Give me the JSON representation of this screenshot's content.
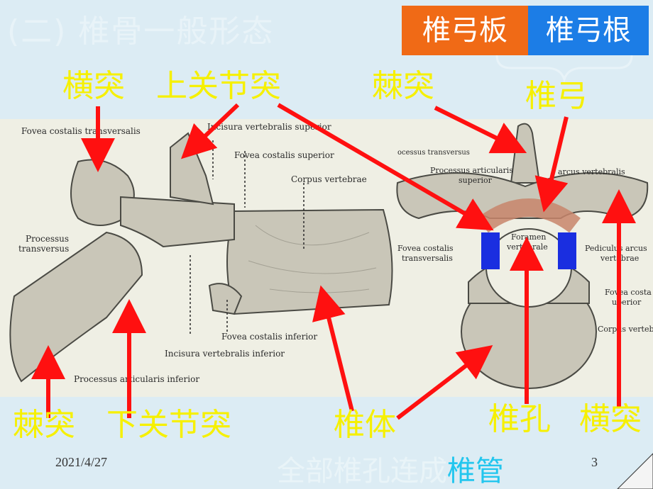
{
  "title": "(二) 椎骨一般形态",
  "badges": {
    "lamina": "椎弓板",
    "pedicle": "椎弓根"
  },
  "labels": {
    "transverse_top": "横突",
    "sup_articular": "上关节突",
    "spinous_top": "棘突",
    "arch": "椎弓",
    "spinous_bottom": "棘突",
    "inf_articular": "下关节突",
    "body": "椎体",
    "foramen": "椎孔",
    "transverse_bottom": "横突"
  },
  "latin": {
    "fovea_costalis_transversalis": "Fovea costalis transversalis",
    "incisura_sup": "Incisura vertebralis superior",
    "fovea_costalis_sup": "Fovea costalis superior",
    "corpus": "Corpus vertebrae",
    "processus_transversus_1": "Processus",
    "processus_transversus_2": "transversus",
    "fovea_costalis_inf": "Fovea costalis inferior",
    "incisura_inf": "Incisura vertebralis inferior",
    "proc_art_inf": "Processus articularis inferior",
    "r_proc_transv": "ocessus transversus",
    "r_proc_art_1": "Processus articularis",
    "r_proc_art_2": "superior",
    "r_arcus": "arcus vertebralis",
    "r_foramen_1": "Foramen",
    "r_foramen_2": "vertebrale",
    "r_fovea_1": "Fovea costalis",
    "r_fovea_2": "transversalis",
    "r_pedicul_1": "Pediculus arcus",
    "r_pedicul_2": "vertebrae",
    "r_fovea_sup_1": "Fovea costa",
    "r_fovea_sup_2": "uperior",
    "r_corpus": "Corpus vertebr"
  },
  "footer": {
    "date": "2021/4/27",
    "page": "3",
    "summary_prefix": "全部椎孔连成",
    "summary_highlight": "椎管"
  },
  "colors": {
    "label": "#f6f000",
    "arrow": "#ff1010",
    "lamina_bg": "#f06a16",
    "pedicle_bg": "#1c7de6",
    "pedicle_mark": "#1a2ee0",
    "highlight": "#22c6ee"
  }
}
